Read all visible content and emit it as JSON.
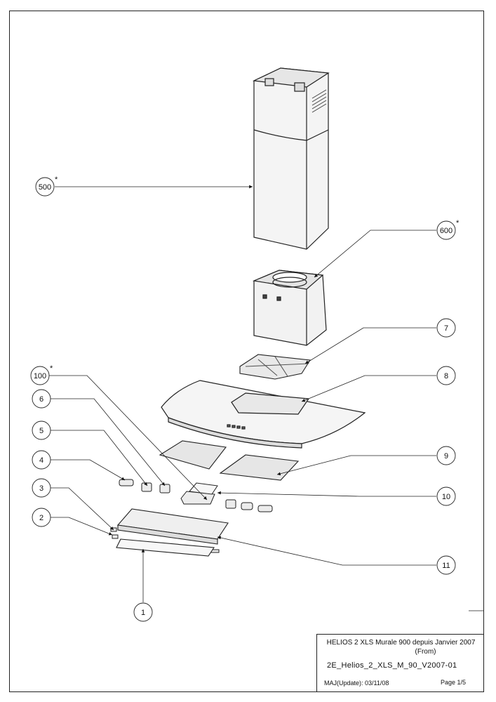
{
  "callouts": [
    {
      "id": "500",
      "label": "500",
      "star": "*"
    },
    {
      "id": "600",
      "label": "600",
      "star": "*"
    },
    {
      "id": "7",
      "label": "7",
      "star": ""
    },
    {
      "id": "100",
      "label": "100",
      "star": "*"
    },
    {
      "id": "8",
      "label": "8",
      "star": ""
    },
    {
      "id": "6",
      "label": "6",
      "star": ""
    },
    {
      "id": "5",
      "label": "5",
      "star": ""
    },
    {
      "id": "9",
      "label": "9",
      "star": ""
    },
    {
      "id": "4",
      "label": "4",
      "star": ""
    },
    {
      "id": "10",
      "label": "10",
      "star": ""
    },
    {
      "id": "3",
      "label": "3",
      "star": ""
    },
    {
      "id": "2",
      "label": "2",
      "star": ""
    },
    {
      "id": "11",
      "label": "11",
      "star": ""
    },
    {
      "id": "1",
      "label": "1",
      "star": ""
    }
  ],
  "title_block": {
    "title": "HELIOS 2 XLS Murale 900 depuis Janvier 2007",
    "from": "(From)",
    "reference": "2E_Helios_2_XLS_M_90_V2007-01",
    "update": "MAJ(Update): 03/11/08",
    "page": "Page 1/5"
  }
}
